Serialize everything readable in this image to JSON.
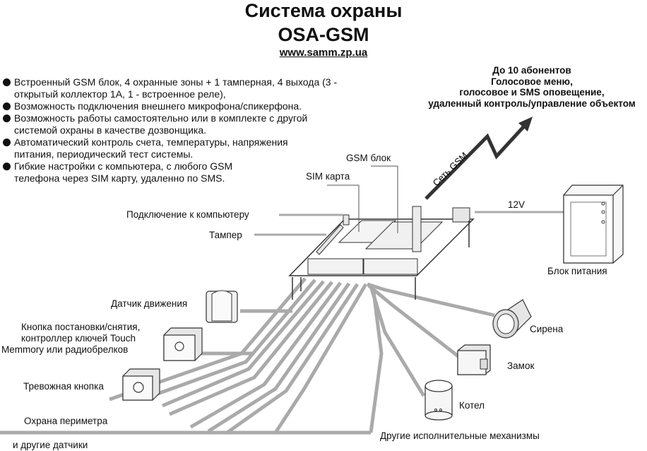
{
  "header": {
    "title_line1": "Система охраны",
    "title_line2": "OSA-GSM",
    "url": "www.samm.zp.ua"
  },
  "features": [
    "Встроенный GSM блок, 4 охранные зоны + 1 тамперная, 4 выхода (3 - открытый коллектор 1А, 1 - встроенное реле),",
    "Возможность подключения внешнего микрофона/спикерфона.",
    "Возможность работы самостоятельно или в комплекте с другой системой охраны в качестве дозвонщика.",
    "Автоматический контроль счета, температуры, напряжения питания, периодический тест системы.",
    "Гибкие настройки с компьютера, с любого GSM телефона через SIM карту, удаленно по SMS."
  ],
  "subscribers": [
    "До 10 абонентов",
    "Голосовое меню,",
    "голосовое и SMS оповещение,",
    "удаленный контроль/управление объектом"
  ],
  "labels": {
    "gsm_network": "Сеть GSM",
    "gsm_block": "GSM блок",
    "sim_card": "SIM карта",
    "pc_connection": "Подключение к компьютеру",
    "tamper": "Тампер",
    "voltage": "12V",
    "power_supply": "Блок питания",
    "motion_sensor": "Датчик движения",
    "arm_button_1": "Кнопка постановки/снятия,",
    "arm_button_2": "контроллер ключей Touch",
    "arm_button_3": "Memmory или радиобрелков",
    "panic_button": "Тревожная кнопка",
    "perimeter": "Охрана периметра",
    "other_sensors": "и другие датчики",
    "siren": "Сирена",
    "lock": "Замок",
    "boiler": "Котел",
    "other_actuators": "Другие исполнительные механизмы"
  }
}
